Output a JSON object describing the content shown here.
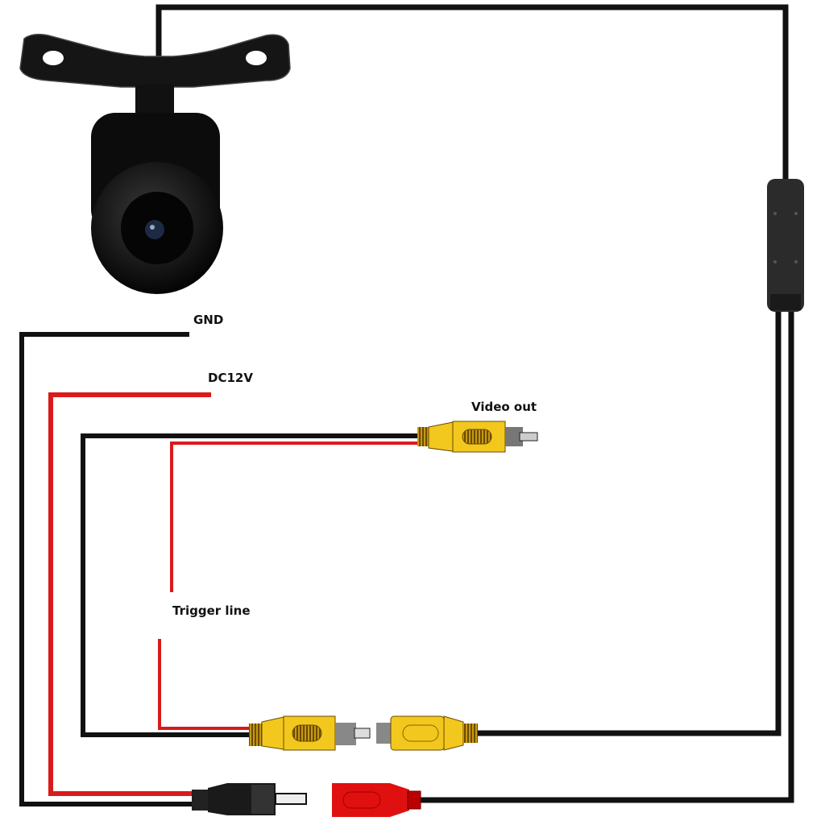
{
  "labels": {
    "gnd": "GND",
    "dc12v": "DC12V",
    "video_out": "Video out",
    "trigger_line": "Trigger line"
  },
  "colors": {
    "wire_black": "#111111",
    "wire_red": "#d81b1b",
    "rca_yellow": "#f2c81e",
    "plug_red": "#e01010"
  }
}
